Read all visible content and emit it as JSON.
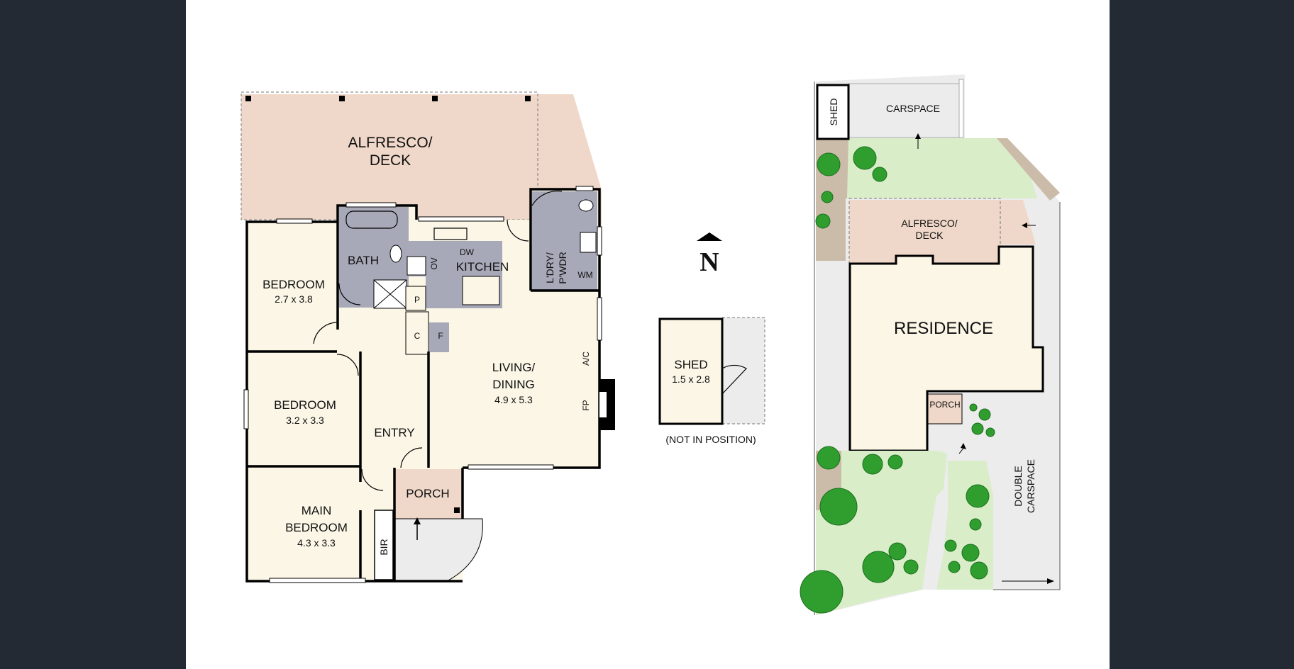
{
  "floorplan": {
    "rooms": {
      "alfresco": "ALFRESCO/\nDECK",
      "bath": "BATH",
      "kitchen": "KITCHEN",
      "dw": "DW",
      "ov": "OV",
      "laundry": "L'DRY/\nP'WDR",
      "wm": "WM",
      "bedroom1_name": "BEDROOM",
      "bedroom1_size": "2.7 x 3.8",
      "bedroom2_name": "BEDROOM",
      "bedroom2_size": "3.2 x 3.3",
      "main_bedroom_name1": "MAIN",
      "main_bedroom_name2": "BEDROOM",
      "main_bedroom_size": "4.3 x 3.3",
      "bir": "BIR",
      "entry": "ENTRY",
      "porch": "PORCH",
      "living_name1": "LIVING/",
      "living_name2": "DINING",
      "living_size": "4.9 x 5.3",
      "ac": "A/C",
      "fp": "FP",
      "pantry": "P",
      "cupboard": "C",
      "fridge": "F"
    }
  },
  "compass": {
    "label": "N"
  },
  "shed_plan": {
    "name": "SHED",
    "size": "1.5 x 2.8",
    "note": "(NOT IN POSITION)"
  },
  "site_plan": {
    "shed": "SHED",
    "carspace": "CARSPACE",
    "alfresco1": "ALFRESCO/",
    "alfresco2": "DECK",
    "residence": "RESIDENCE",
    "porch": "PORCH",
    "double_carspace1": "DOUBLE",
    "double_carspace2": "CARSPACE"
  },
  "colors": {
    "background": "#232a33",
    "sheet": "#ffffff",
    "floor": "#fbf6e6",
    "deck": "#efd8c9",
    "wet_area": "#a7a9b8",
    "lawn": "#d8edc8",
    "paving": "#ececec",
    "garden_bed": "#cbbcaa",
    "tree": "#2f9e2f"
  }
}
